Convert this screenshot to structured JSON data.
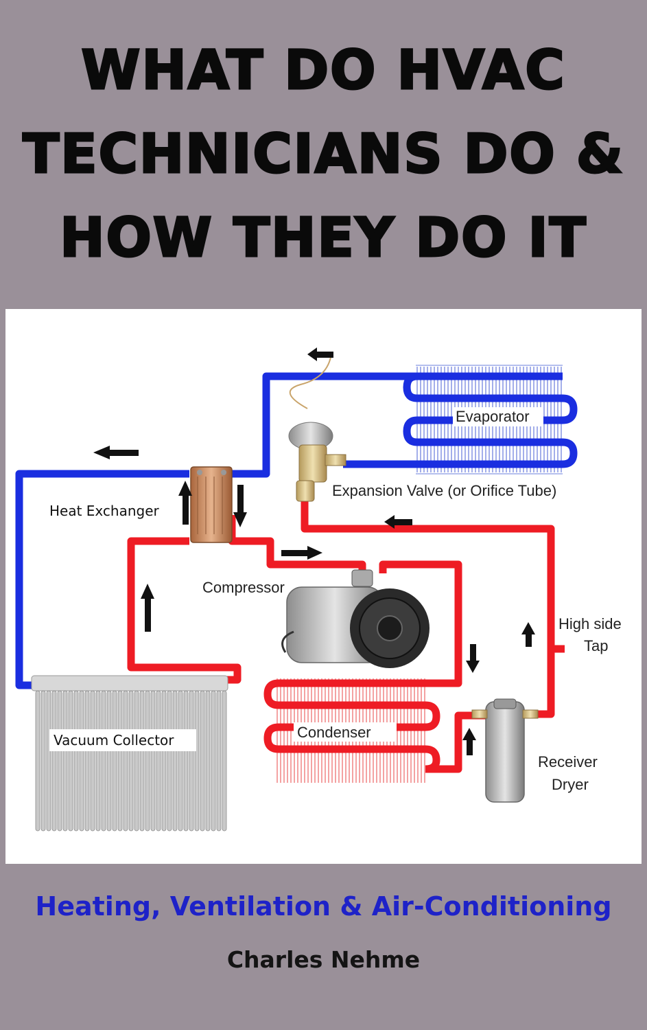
{
  "title": {
    "lines": [
      "WHAT DO HVAC",
      "TECHNICIANS DO &",
      "HOW THEY DO IT"
    ]
  },
  "subtitle": "Heating, Ventilation & Air-Conditioning",
  "author": "Charles Nehme",
  "diagram": {
    "labels": {
      "evaporator": "Evaporator",
      "expansion_valve": "Expansion Valve (or Orifice Tube)",
      "heat_exchanger": "Heat Exchanger",
      "compressor": "Compressor",
      "high_side_tap_line1": "High side",
      "high_side_tap_line2": "Tap",
      "condenser": "Condenser",
      "vacuum_collector": "Vacuum Collector",
      "receiver_dryer_line1": "Receiver",
      "receiver_dryer_line2": "Dryer"
    }
  },
  "colors": {
    "background": "#9a9099",
    "title": "#0a0a0a",
    "subtitle": "#1e22c8",
    "author": "#141414",
    "cold_line": "#1a2ee0",
    "hot_line": "#ee1c24"
  }
}
